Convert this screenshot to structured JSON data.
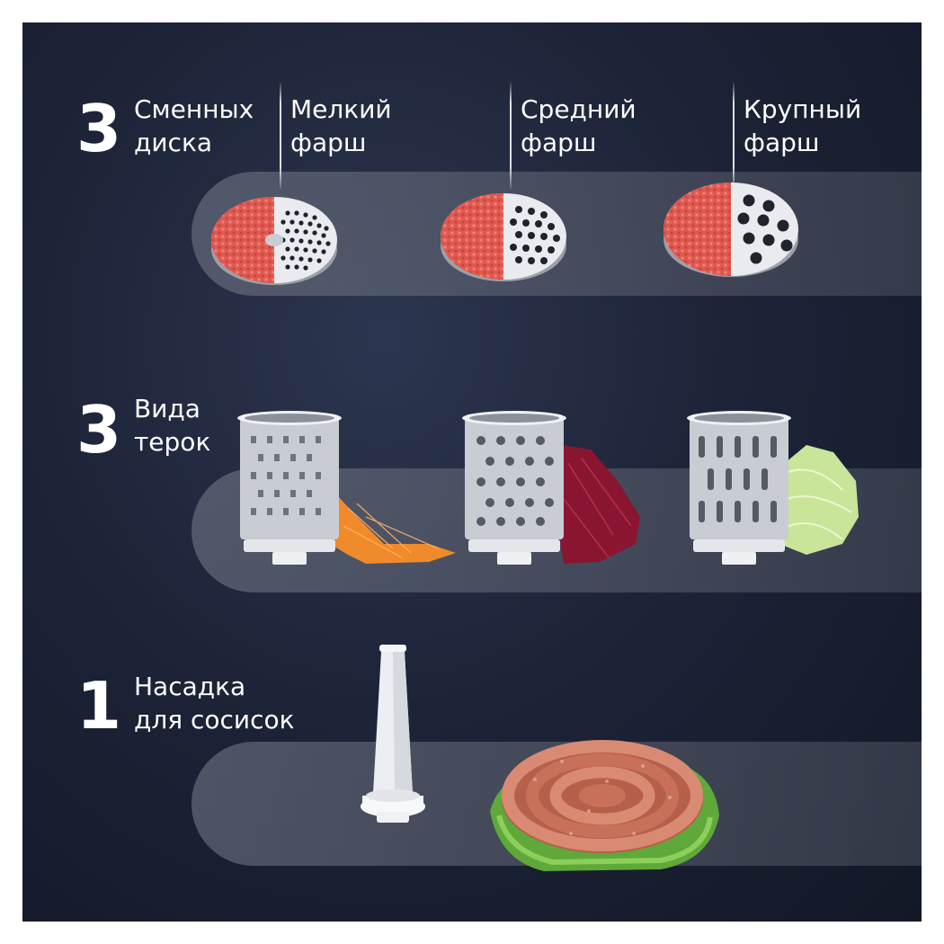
{
  "sections": [
    {
      "count": "3",
      "label": "Сменных\nдиска"
    },
    {
      "count": "3",
      "label": "Вида\nтерок"
    },
    {
      "count": "1",
      "label": "Насадка\nдля сосисок"
    }
  ],
  "discs": [
    {
      "label": "Мелкий\nфарш"
    },
    {
      "label": "Средний\nфарш"
    },
    {
      "label": "Крупный\nфарш"
    }
  ],
  "colors": {
    "background": "#1d2438",
    "meat": "#e0584f",
    "carrot": "#f08a2a",
    "beet": "#8a1530",
    "cabbage": "#c9e59a",
    "sausage": "#c8705a",
    "lettuce": "#5fa83a"
  }
}
